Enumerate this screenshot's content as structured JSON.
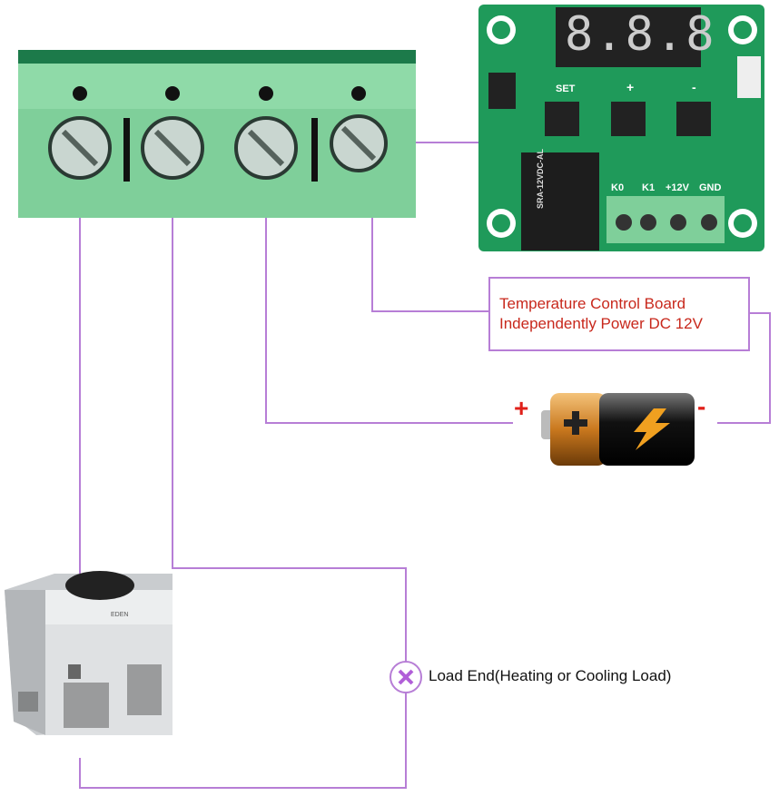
{
  "board": {
    "display": "8.8.8",
    "buttons": [
      "SET",
      "+",
      "-"
    ],
    "terminals": [
      "K0",
      "K1",
      "+12V",
      "GND"
    ],
    "relay_text": "SRA-12VDC-AL"
  },
  "power_note": {
    "line1": "Temperature Control Board",
    "line2": "Independently Power DC 12V"
  },
  "battery": {
    "plus": "+",
    "minus": "-"
  },
  "load": {
    "label": "Load End(Heating or Cooling Load)",
    "icon": "x-circle-icon"
  },
  "cooler": {
    "brand": "EDEN"
  },
  "colors": {
    "wire": "#b77ed6",
    "board": "#1f9a5a",
    "terminal": "#7fcf9a",
    "note_text": "#c8281c"
  }
}
